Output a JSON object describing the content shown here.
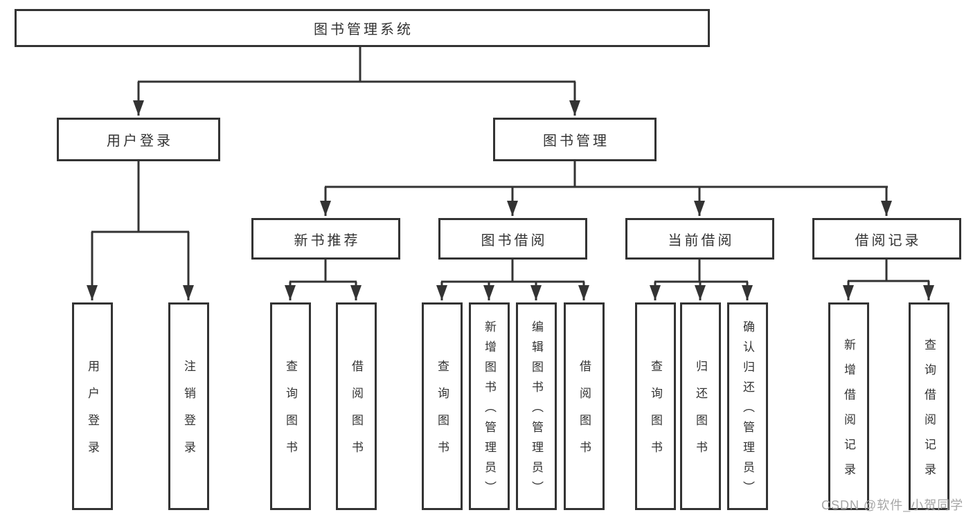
{
  "colors": {
    "line": "#333333",
    "box_border": "#333333",
    "box_background": "#ffffff",
    "text": "#333333",
    "watermark": "#a6a6a6",
    "page_background": "#ffffff"
  },
  "watermark": "CSDN @软件_小贺同学",
  "tree": {
    "root": {
      "label": "图书管理系统",
      "children": [
        {
          "label": "用户登录",
          "children": [
            {
              "label": "用户登录"
            },
            {
              "label": "注销登录"
            }
          ]
        },
        {
          "label": "图书管理",
          "children": [
            {
              "label": "新书推荐",
              "children": [
                {
                  "label": "查询图书"
                },
                {
                  "label": "借阅图书"
                }
              ]
            },
            {
              "label": "图书借阅",
              "children": [
                {
                  "label": "查询图书"
                },
                {
                  "label": "新增图书（管理员）"
                },
                {
                  "label": "编辑图书（管理员）"
                },
                {
                  "label": "借阅图书"
                }
              ]
            },
            {
              "label": "当前借阅",
              "children": [
                {
                  "label": "查询图书"
                },
                {
                  "label": "归还图书"
                },
                {
                  "label": "确认归还（管理员）"
                }
              ]
            },
            {
              "label": "借阅记录",
              "children": [
                {
                  "label": "新增借阅记录"
                },
                {
                  "label": "查询借阅记录"
                }
              ]
            }
          ]
        }
      ]
    }
  }
}
